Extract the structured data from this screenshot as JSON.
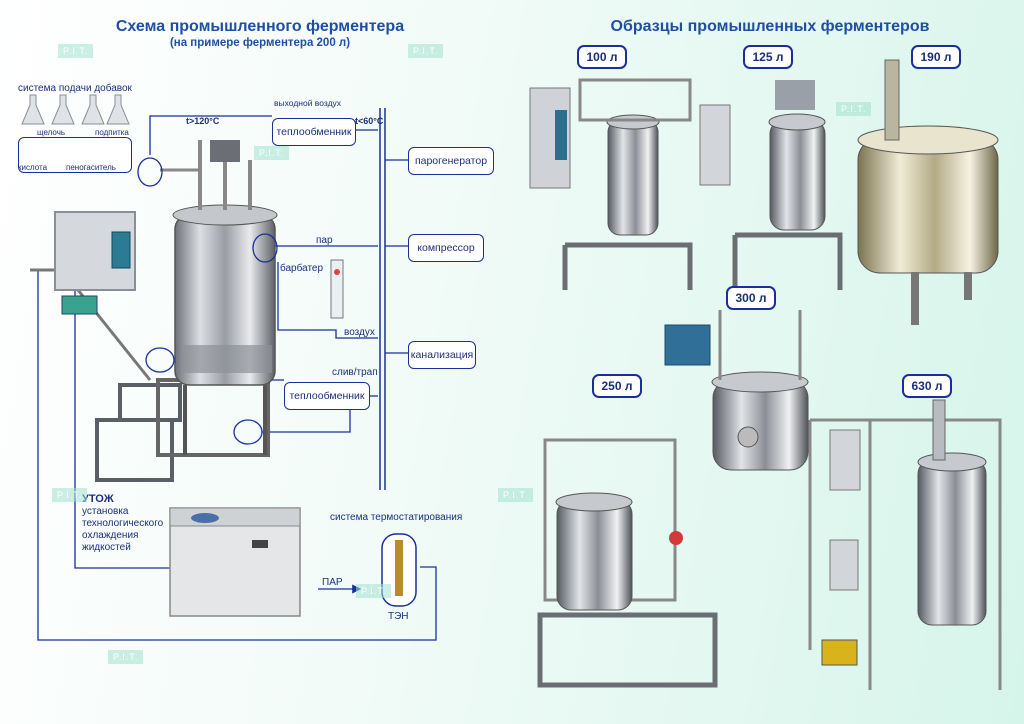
{
  "left_title": "Схема промышленного ферментера",
  "left_subtitle": "(на примере ферментера 200 л)",
  "right_title": "Образцы промышленных ферментеров",
  "watermark": "P.I.T.",
  "scheme": {
    "additives_title": "система подачи добавок",
    "alkali": "щелочь",
    "defoamer_top": "подпитка",
    "acid": "кислота",
    "defoamer": "пеногаситель",
    "exhaust_air": "выходной воздух",
    "temp_high": "t>120°C",
    "temp_low": "t<60°C",
    "heat_exchanger_1": "теплообменник",
    "heat_exchanger_2": "теплообменник",
    "steam_generator": "парогенератор",
    "steam": "пар",
    "compressor": "компрессор",
    "sparger": "барбатер",
    "air": "воздух",
    "sewage": "канализация",
    "drain": "слив/трап",
    "cooling_title": "УТОЖ",
    "cooling_desc_1": "установка",
    "cooling_desc_2": "технологического",
    "cooling_desc_3": "охлаждения",
    "cooling_desc_4": "жидкостей",
    "thermostat": "система термостатирования",
    "steam_upper": "ПАР",
    "heater": "ТЭН"
  },
  "samples": [
    {
      "volume": "100 л"
    },
    {
      "volume": "125 л"
    },
    {
      "volume": "190 л"
    },
    {
      "volume": "300 л"
    },
    {
      "volume": "250 л"
    },
    {
      "volume": "630 л"
    }
  ]
}
